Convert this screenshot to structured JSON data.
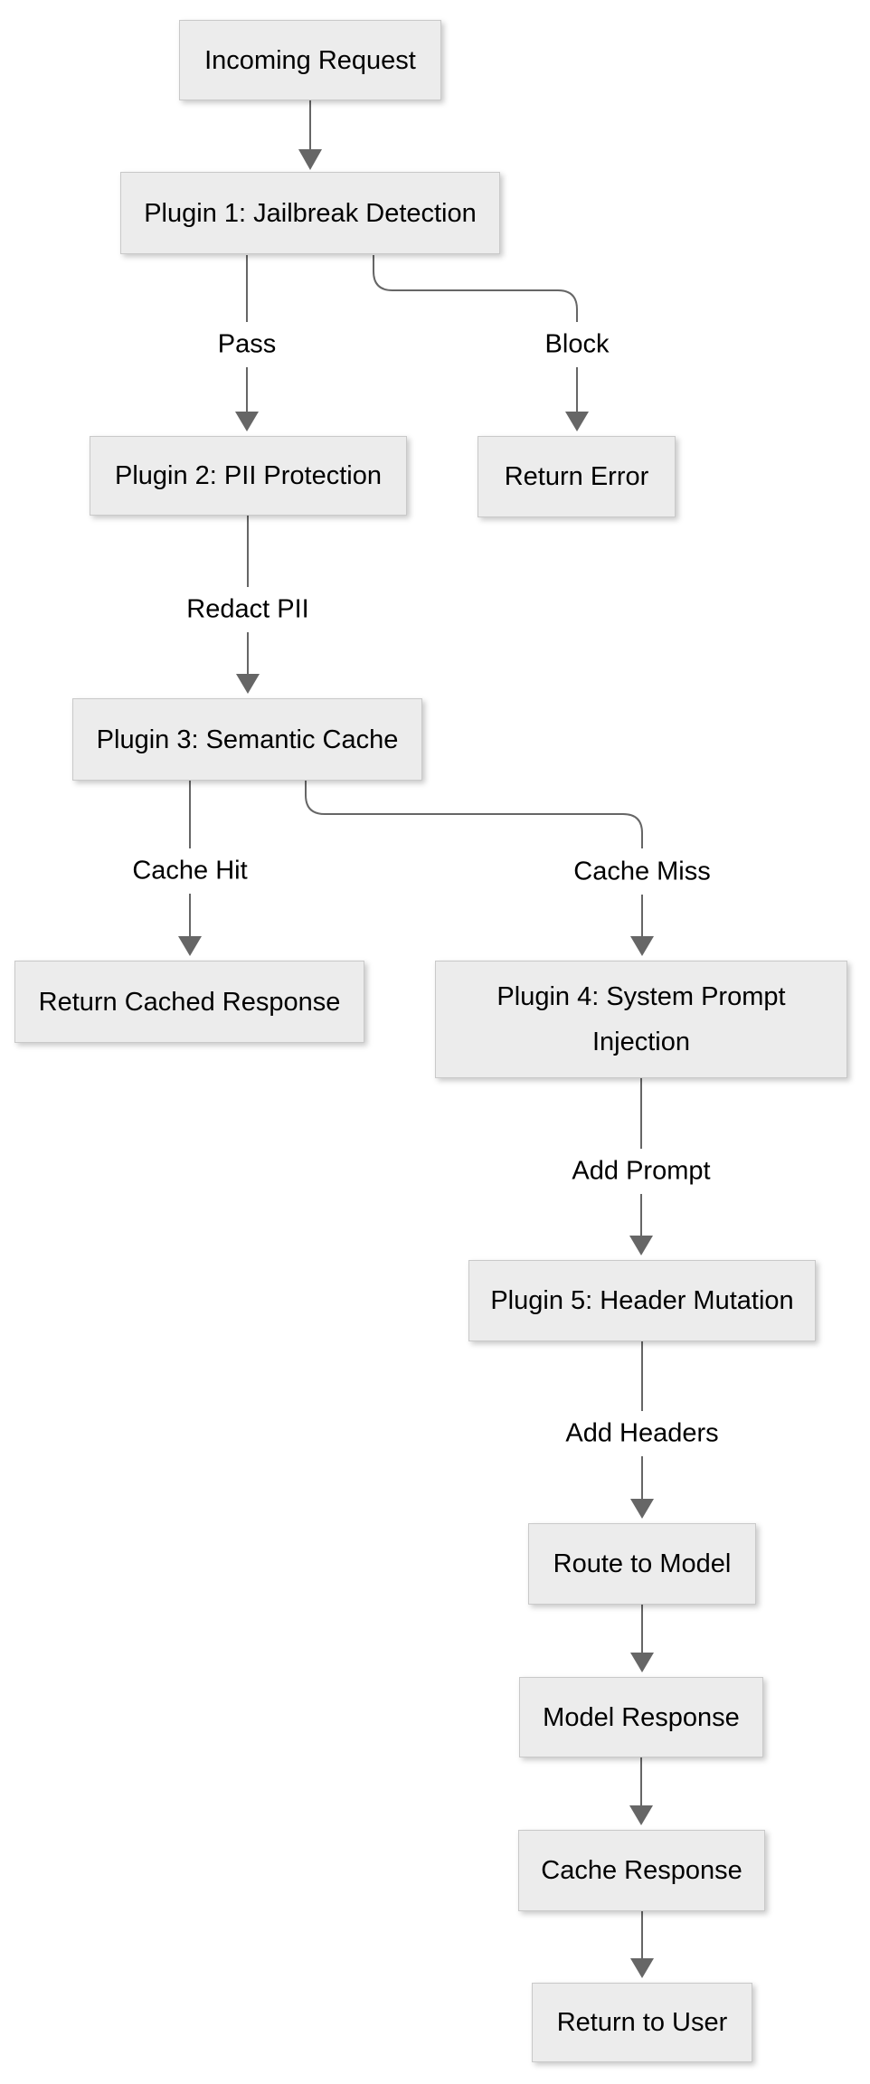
{
  "colors": {
    "background": "#ffffff",
    "node_fill": "#ececec",
    "node_border": "#c9c9c9",
    "arrow": "#666666",
    "text": "#000000"
  },
  "nodes": {
    "incoming": {
      "label": "Incoming Request"
    },
    "plugin1": {
      "label": "Plugin 1: Jailbreak Detection"
    },
    "plugin2": {
      "label": "Plugin 2: PII Protection"
    },
    "return_error": {
      "label": "Return Error"
    },
    "plugin3": {
      "label": "Plugin 3: Semantic Cache"
    },
    "return_cached": {
      "label": "Return Cached Response"
    },
    "plugin4": {
      "label": "Plugin 4: System Prompt Injection"
    },
    "plugin5": {
      "label": "Plugin 5: Header Mutation"
    },
    "route_model": {
      "label": "Route to Model"
    },
    "model_response": {
      "label": "Model Response"
    },
    "cache_response": {
      "label": "Cache Response"
    },
    "return_user": {
      "label": "Return to User"
    }
  },
  "edge_labels": {
    "pass": "Pass",
    "block": "Block",
    "redact_pii": "Redact PII",
    "cache_hit": "Cache Hit",
    "cache_miss": "Cache Miss",
    "add_prompt": "Add Prompt",
    "add_headers": "Add Headers"
  }
}
